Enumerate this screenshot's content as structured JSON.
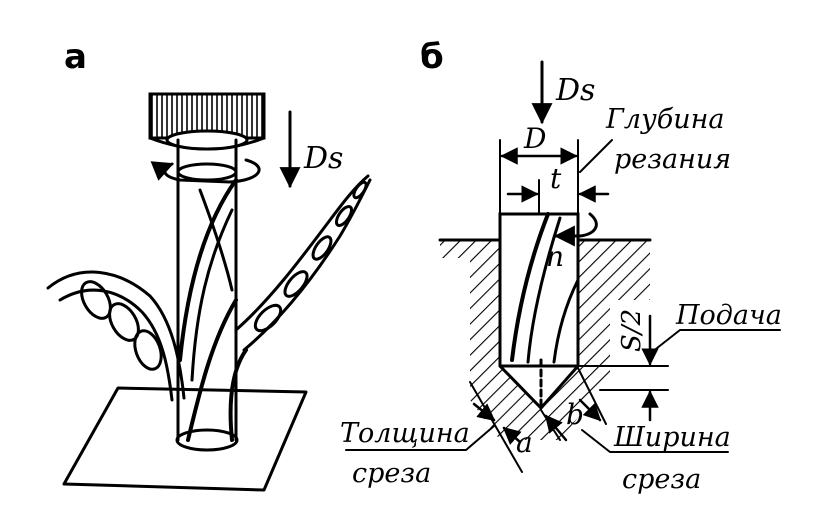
{
  "panel_a": {
    "label": "а",
    "feed": "Ds"
  },
  "panel_b": {
    "label": "б",
    "feed": "Ds",
    "diameter": "D",
    "depth_symbol": "t",
    "depth_line1": "Глубина",
    "depth_line2": "резания",
    "rotation": "n",
    "half_feed": "S/2",
    "feed_label": "Подача",
    "thickness_line1": "Толщина",
    "thickness_line2": "среза",
    "thickness_symbol": "a",
    "width_symbol": "b",
    "width_line1": "Ширина",
    "width_line2": "среза"
  }
}
